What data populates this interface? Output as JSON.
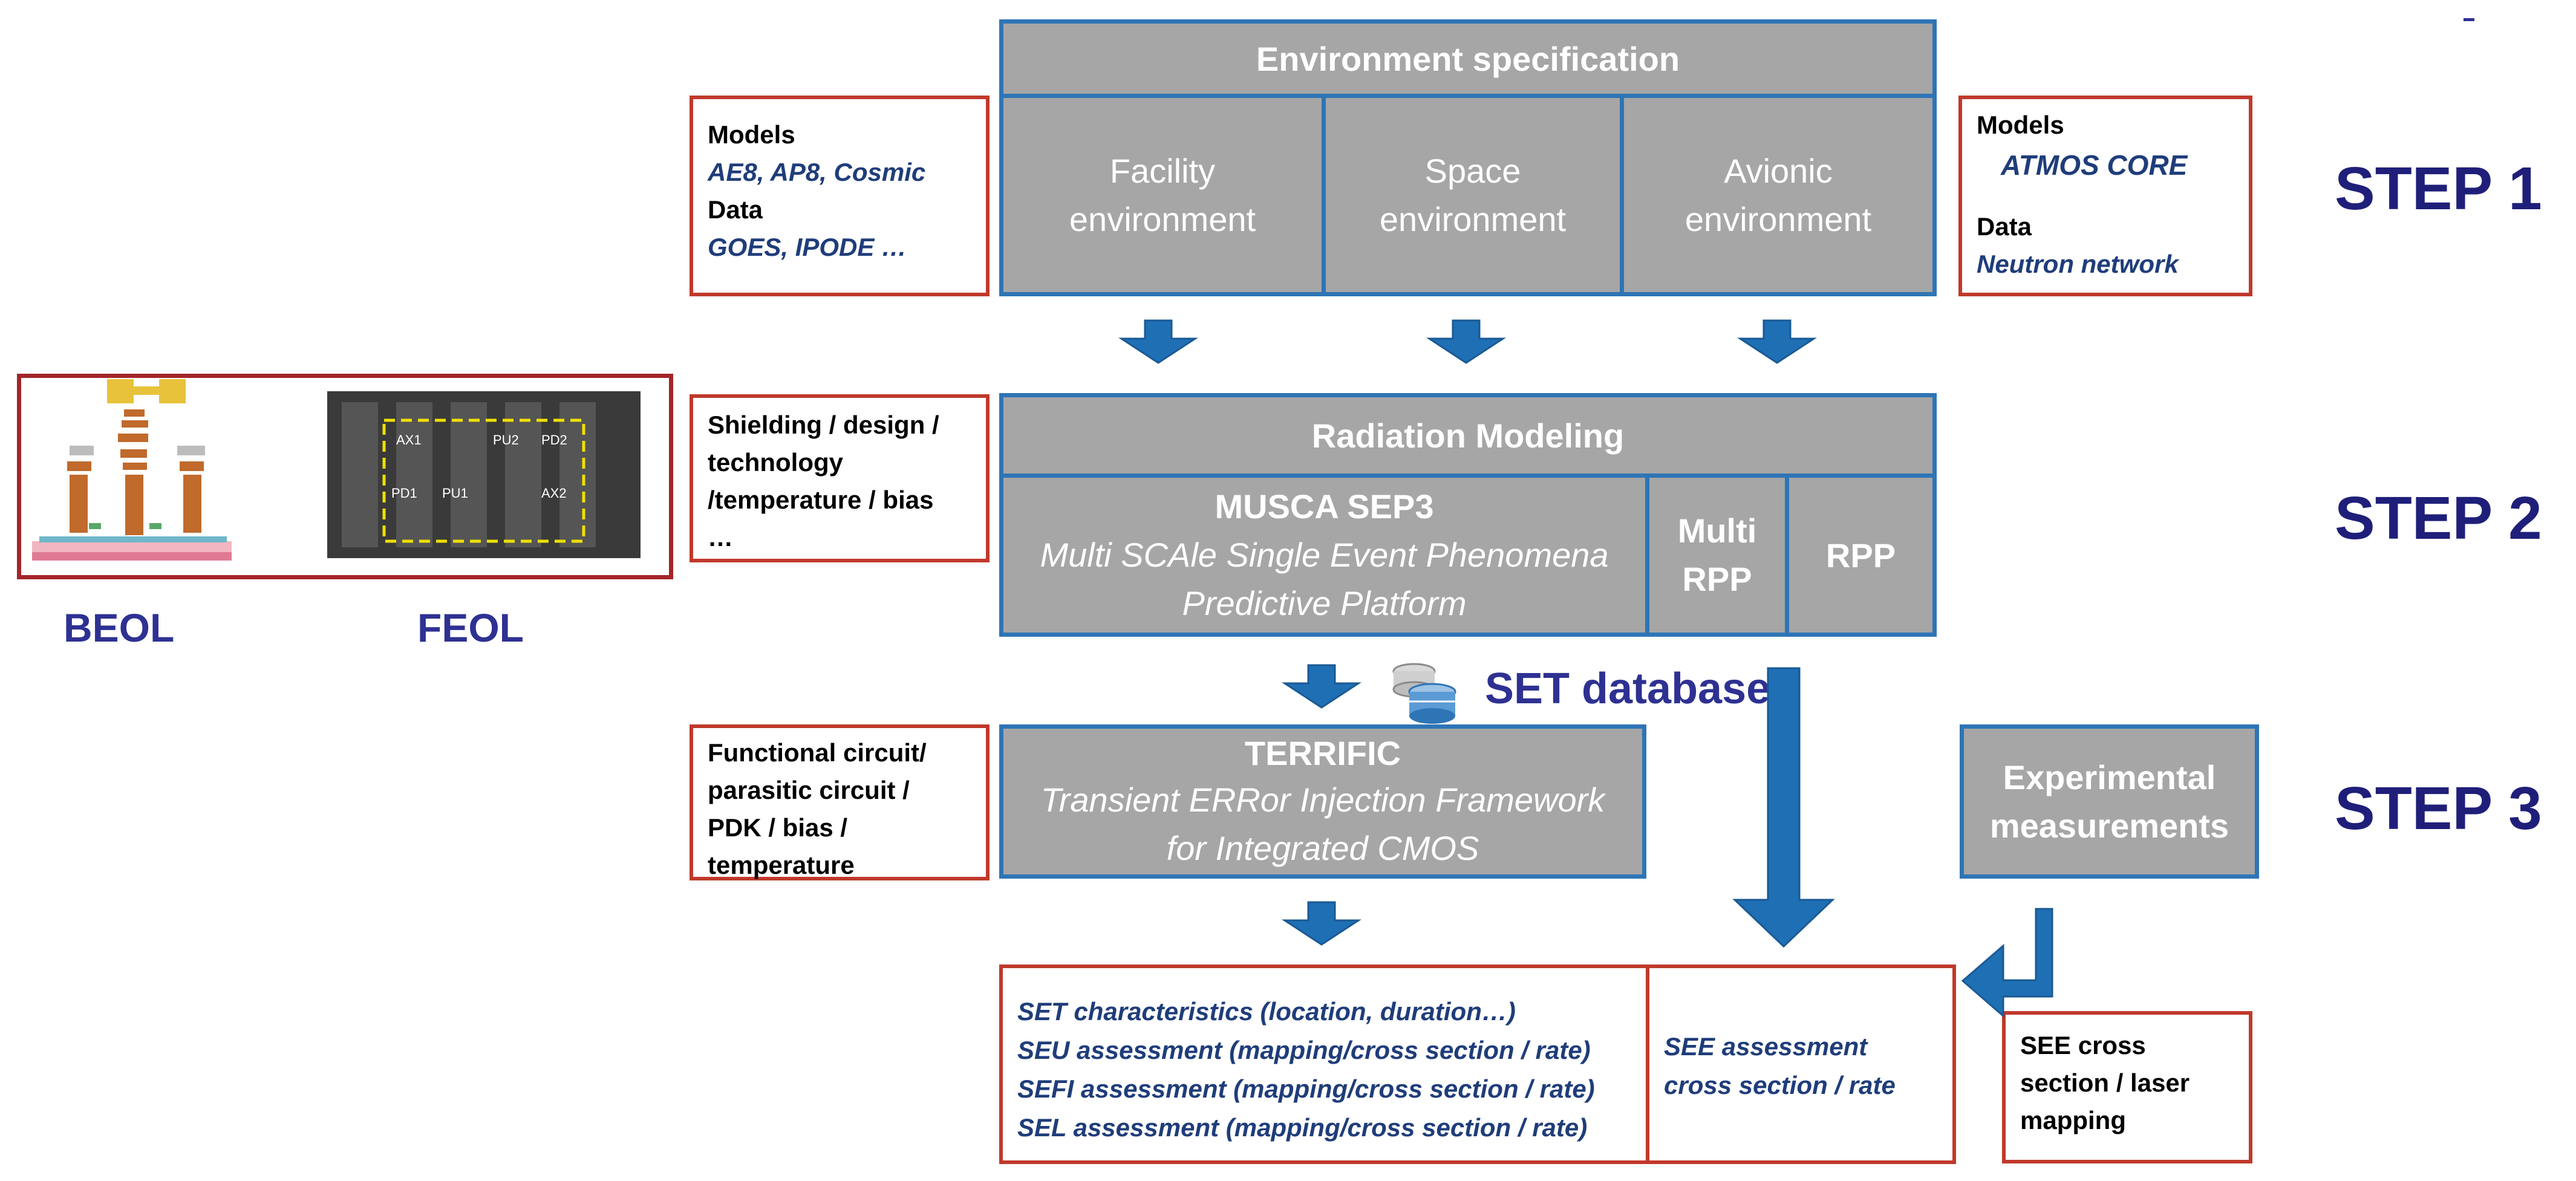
{
  "step1": {
    "header": "Environment specification",
    "cells": [
      {
        "line1": "Facility",
        "line2": "environment"
      },
      {
        "line1": "Space",
        "line2": "environment"
      },
      {
        "line1": "Avionic",
        "line2": "environment"
      }
    ],
    "left_box": {
      "models_label": "Models",
      "models_value": "AE8, AP8, Cosmic",
      "data_label": "Data",
      "data_value": "GOES, IPODE …"
    },
    "right_box": {
      "models_label": "Models",
      "models_value": "ATMOS CORE",
      "data_label": "Data",
      "data_value": "Neutron network"
    },
    "step_label": "STEP 1"
  },
  "step2": {
    "header": "Radiation Modeling",
    "musca_title": "MUSCA SEP3",
    "musca_line1": "Multi SCAle Single Event Phenomena",
    "musca_line2": "Predictive Platform",
    "multi_line1": "Multi",
    "multi_line2": "RPP",
    "rpp": "RPP",
    "left_box": {
      "line1": "Shielding / design /",
      "line2": "technology",
      "line3": "/temperature / bias",
      "line4": "…"
    },
    "step_label": "STEP 2"
  },
  "images": {
    "beol_label": "BEOL",
    "feol_label": "FEOL",
    "feol_tags": [
      "AX1",
      "PU2",
      "PD2",
      "PD1",
      "PU1",
      "AX2"
    ]
  },
  "database": {
    "label": "SET database"
  },
  "step3": {
    "terrific_title": "TERRIFIC",
    "terrific_line1": "Transient ERRor Injection Framework",
    "terrific_line2": "for Integrated CMOS",
    "left_box": {
      "line1": "Functional circuit/",
      "line2": "parasitic circuit /",
      "line3": "PDK / bias /",
      "line4": "temperature"
    },
    "experimental_line1": "Experimental",
    "experimental_line2": "measurements",
    "step_label": "STEP 3"
  },
  "results": {
    "left_lines": [
      "SET characteristics (location, duration…)",
      "SEU assessment (mapping/cross section / rate)",
      "SEFI assessment (mapping/cross section / rate)",
      "SEL assessment (mapping/cross section / rate)"
    ],
    "right_line1": "SEE assessment",
    "right_line2": "cross section / rate"
  },
  "see_box": {
    "line1": "SEE cross",
    "line2": "section / laser",
    "line3": "mapping"
  },
  "colors": {
    "gray": "#a6a6a6",
    "blue_border": "#2e75b6",
    "red_border": "#c0392b",
    "arrow": "#1f6fb5",
    "step_text": "#1f1f7a"
  }
}
